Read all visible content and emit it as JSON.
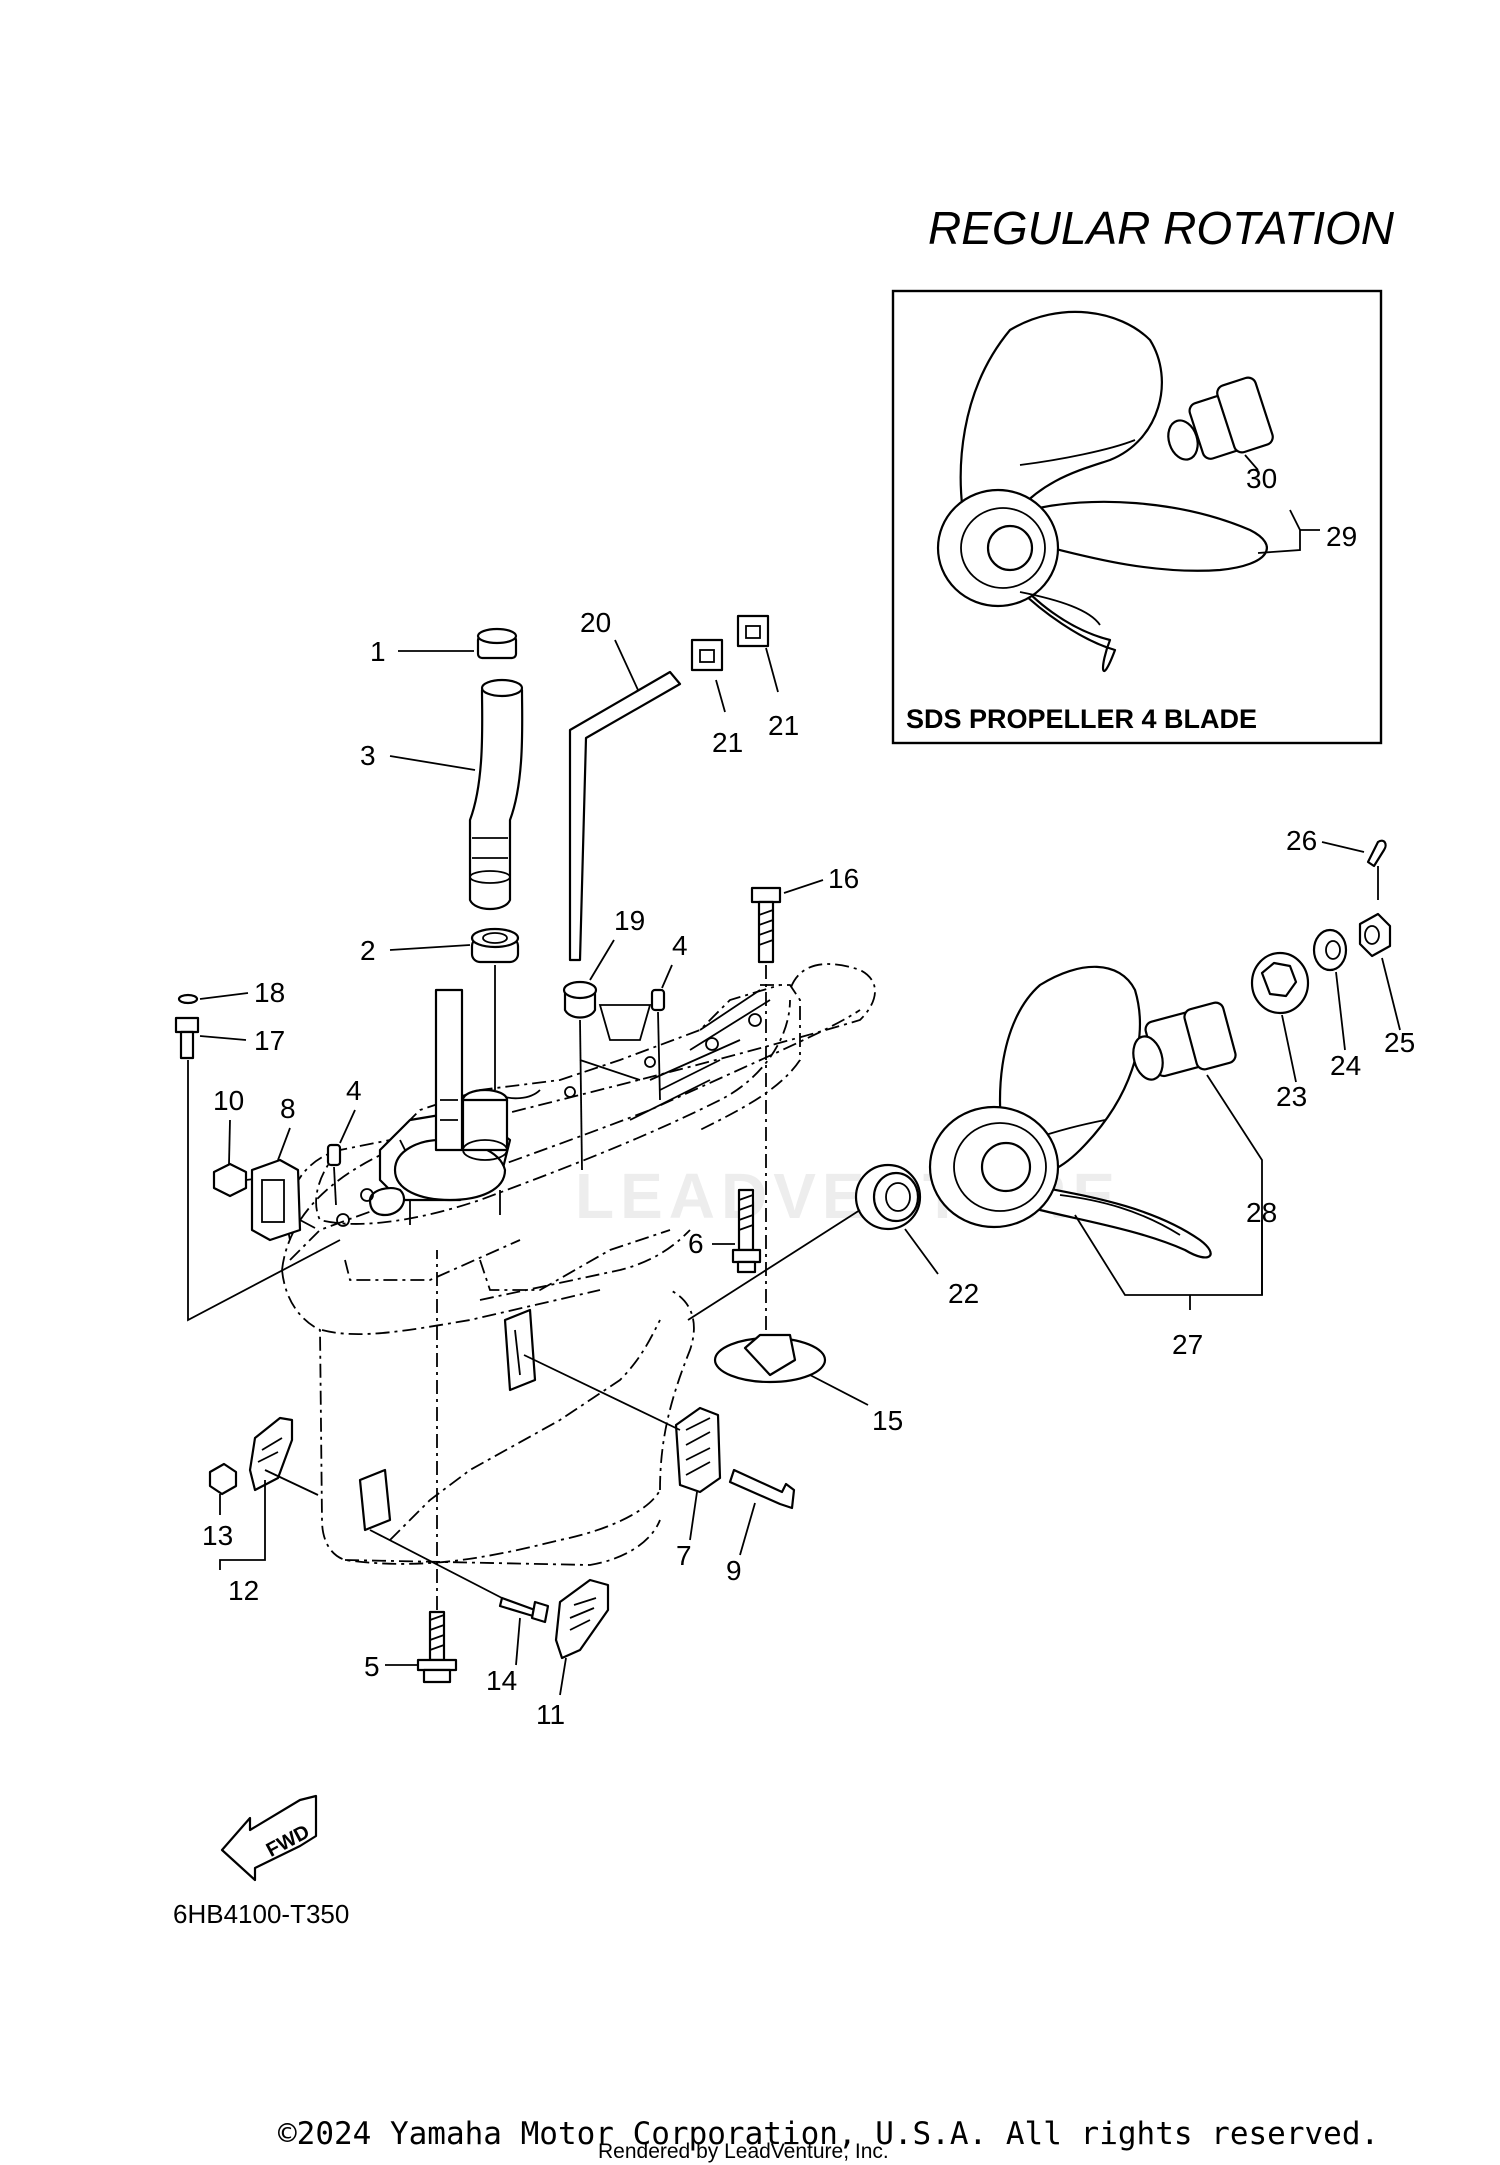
{
  "title": "REGULAR ROTATION",
  "inset_caption": "SDS PROPELLER 4 BLADE",
  "diagram_code": "6HB4100-T350",
  "fwd_label": "FWD",
  "watermark": "LEADVENTURE",
  "copyright": "©2024 Yamaha Motor Corporation, U.S.A. All rights reserved.",
  "rendered_by": "Rendered by LeadVenture, Inc.",
  "callouts": [
    {
      "id": "c1",
      "text": "1"
    },
    {
      "id": "c3",
      "text": "3"
    },
    {
      "id": "c2",
      "text": "2"
    },
    {
      "id": "c20",
      "text": "20"
    },
    {
      "id": "c21a",
      "text": "21"
    },
    {
      "id": "c21b",
      "text": "21"
    },
    {
      "id": "c18",
      "text": "18"
    },
    {
      "id": "c17",
      "text": "17"
    },
    {
      "id": "c19",
      "text": "19"
    },
    {
      "id": "c4a",
      "text": "4"
    },
    {
      "id": "c4b",
      "text": "4"
    },
    {
      "id": "c16",
      "text": "16"
    },
    {
      "id": "c10",
      "text": "10"
    },
    {
      "id": "c8",
      "text": "8"
    },
    {
      "id": "c6",
      "text": "6"
    },
    {
      "id": "c22",
      "text": "22"
    },
    {
      "id": "c15",
      "text": "15"
    },
    {
      "id": "c13",
      "text": "13"
    },
    {
      "id": "c12",
      "text": "12"
    },
    {
      "id": "c7",
      "text": "7"
    },
    {
      "id": "c9",
      "text": "9"
    },
    {
      "id": "c5",
      "text": "5"
    },
    {
      "id": "c14",
      "text": "14"
    },
    {
      "id": "c11",
      "text": "11"
    },
    {
      "id": "c26",
      "text": "26"
    },
    {
      "id": "c25",
      "text": "25"
    },
    {
      "id": "c24",
      "text": "24"
    },
    {
      "id": "c23",
      "text": "23"
    },
    {
      "id": "c28",
      "text": "28"
    },
    {
      "id": "c27",
      "text": "27"
    },
    {
      "id": "c30",
      "text": "30"
    },
    {
      "id": "c29",
      "text": "29"
    }
  ]
}
